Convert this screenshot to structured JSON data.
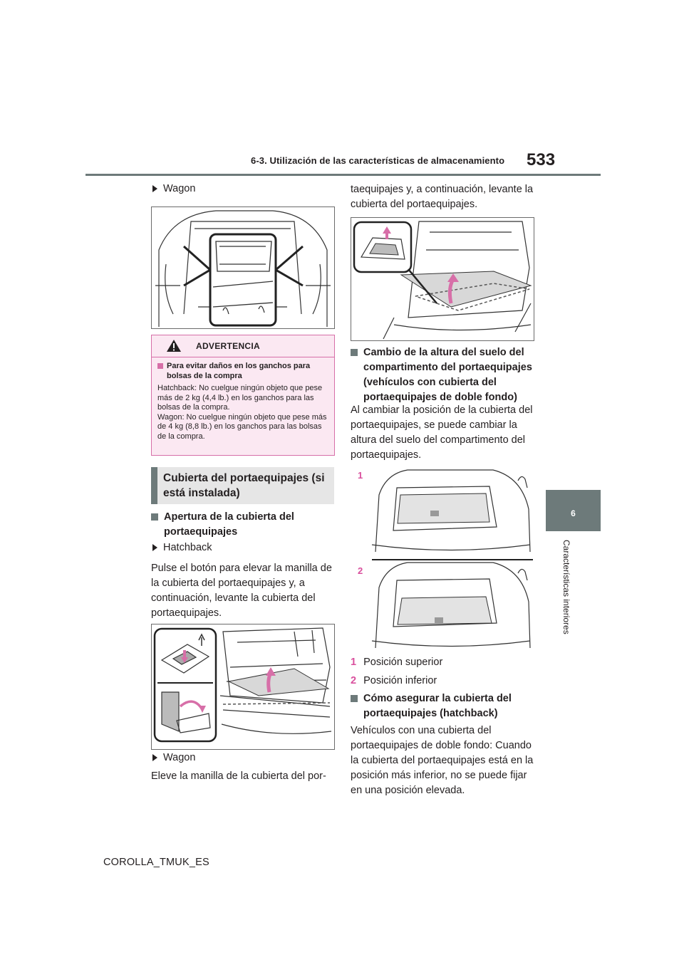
{
  "header": {
    "section_title": "6-3. Utilización de las características de almacenamiento",
    "page_number": "533"
  },
  "side_tab": {
    "chapter_number": "6",
    "chapter_title": "Características interiores"
  },
  "left_column": {
    "wagon_label_1": "Wagon",
    "warning": {
      "title": "ADVERTENCIA",
      "subheading": "Para evitar daños en los ganchos para bolsas de la compra",
      "text": "Hatchback: No cuelgue ningún objeto que pese más de 2 kg (4,4 lb.) en los ganchos para las bolsas de la compra.\nWagon: No cuelgue ningún objeto que pese más de 4 kg (8,8 lb.) en los ganchos para las bolsas de la compra."
    },
    "section_heading": "Cubierta del portaequipajes (si está instalada)",
    "subsection_1": "Apertura de la cubierta del portaequipajes",
    "hatchback_label": "Hatchback",
    "hatchback_text": "Pulse el botón para elevar la manilla de la cubierta del portaequipajes y, a continuación, levante la cubierta del portaequipajes.",
    "wagon_label_2": "Wagon",
    "wagon_text_start": "Eleve la manilla de la cubierta del por-"
  },
  "right_column": {
    "wagon_text_cont": "taequipajes y, a continuación, levante la cubierta del portaequipajes.",
    "subsection_2": "Cambio de la altura del suelo del compartimento del portaequipajes (vehículos con cubierta del portaequipajes de doble fondo)",
    "height_text": "Al cambiar la posición de la cubierta del portaequipajes, se puede cambiar la altura del suelo del compartimento del portaequipajes.",
    "positions": [
      {
        "num": "1",
        "label": "Posición superior"
      },
      {
        "num": "2",
        "label": "Posición inferior"
      }
    ],
    "subsection_3": "Cómo asegurar la cubierta del portaequipajes (hatchback)",
    "secure_text": "Vehículos con una cubierta del portaequipajes de doble fondo: Cuando la cubierta del portaequipajes está en la posición más inferior, no se puede fijar en una posición elevada."
  },
  "footer": {
    "doc_code": "COROLLA_TMUK_ES"
  },
  "colors": {
    "accent_gray": "#6d7a7a",
    "warning_pink": "#d76fa8",
    "warning_bg": "#fbe8f2",
    "number_pink": "#d94f9d"
  }
}
